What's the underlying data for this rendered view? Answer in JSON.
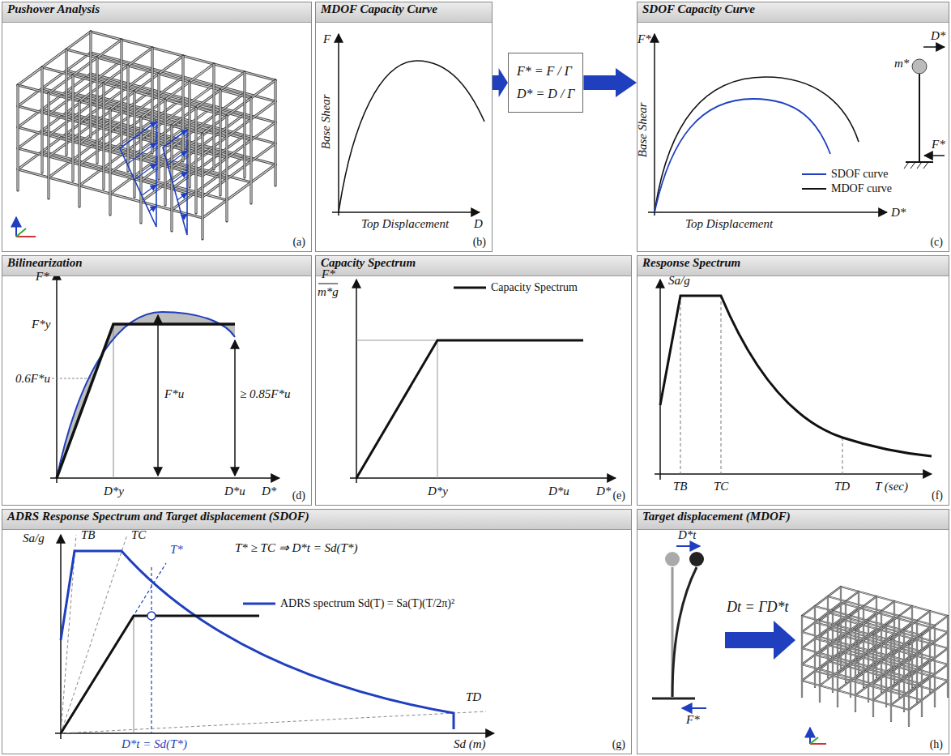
{
  "diagram": {
    "nodes": [
      {
        "text": [
          "Pushover Analysis",
          "(a)"
        ]
      },
      {
        "text": [
          "MDOF Capacity Curve",
          "(b)"
        ]
      },
      {
        "text": [
          "F* = F / Γ",
          "D* = D / Γ"
        ]
      },
      {
        "text": [
          "SDOF Capacity Curve",
          "(c)"
        ]
      },
      {
        "text": [
          "Bilinearization",
          "(d)"
        ]
      },
      {
        "text": [
          "Capacity Spectrum",
          "(e)"
        ]
      },
      {
        "text": [
          "Response Spectrum",
          "(f)"
        ]
      },
      {
        "text": [
          "ADRS Response Spectrum and Target displacement (SDOF)",
          "(g)"
        ]
      },
      {
        "text": [
          "Target displacement (MDOF)",
          "(h)"
        ]
      }
    ],
    "edges": [
      {
        "from": 1,
        "to": 2,
        "arrow": "to"
      },
      {
        "from": 2,
        "to": 3,
        "arrow": "to"
      }
    ],
    "labels": [
      "F",
      "Base Shear",
      "Top Displacement",
      "D",
      "F*",
      "Base Shear",
      "Top Displacement",
      "D*",
      "m*",
      "D*",
      "F*",
      "F*",
      "F*y",
      "0.6F*u",
      "F*u",
      "≥ 0.85F*u",
      "D*y",
      "D*u",
      "D*",
      "F*",
      "m*g",
      "D*y",
      "D*u",
      "D*",
      "Sa/g",
      "TB",
      "TC",
      "TD",
      "T (sec)",
      "Sa/g",
      "TB",
      "TC",
      "T*",
      "T* ≥ TC ⇒ D*t = Sd(T*)",
      "TD",
      "D*t = Sd(T*)",
      "Sd (m)",
      "D*t",
      "F*",
      "Dt = ΓD*t"
    ],
    "legend": [
      {
        "text": "SDOF curve"
      },
      {
        "text": "MDOF curve"
      },
      {
        "text": "Capacity Spectrum"
      },
      {
        "text": "ADRS spectrum Sd(T) = Sa(T)(T/2π)²"
      }
    ]
  }
}
